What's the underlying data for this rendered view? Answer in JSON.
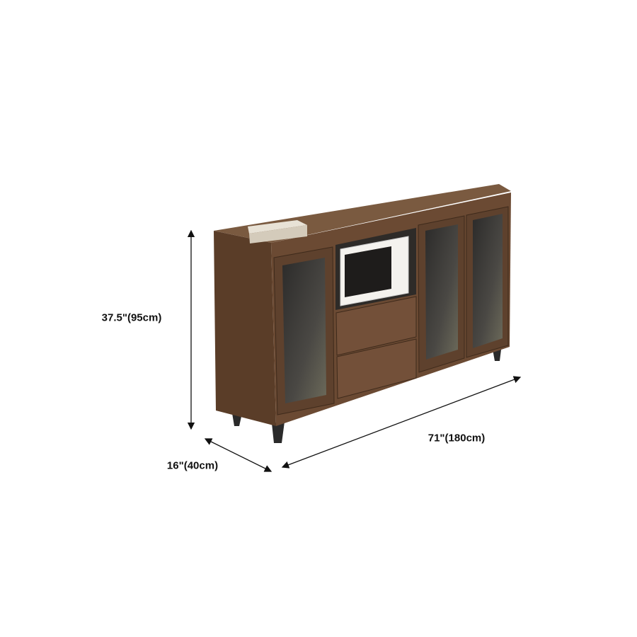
{
  "product": {
    "type": "sideboard cabinet",
    "colors": {
      "wood": "#6b4a33",
      "wood_dark": "#4e3523",
      "glass": "#3a3836",
      "microwave": "#f4f2ee",
      "leg": "#2a2a2a"
    }
  },
  "dimensions": {
    "height": "37.5\"(95cm)",
    "depth": "16\"(40cm)",
    "width": "71\"(180cm)"
  }
}
